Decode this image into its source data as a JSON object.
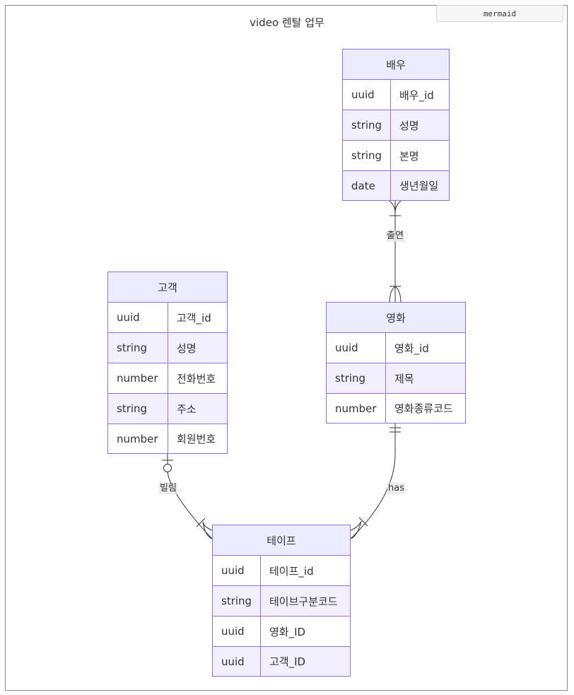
{
  "toolbar": {
    "mermaid_label": "mermaid"
  },
  "diagram": {
    "title": "video 렌탈 업무",
    "entities": {
      "actor": {
        "name": "배우",
        "attributes": [
          {
            "type": "uuid",
            "name": "배우_id"
          },
          {
            "type": "string",
            "name": "성명"
          },
          {
            "type": "string",
            "name": "본명"
          },
          {
            "type": "date",
            "name": "생년월일"
          }
        ]
      },
      "customer": {
        "name": "고객",
        "attributes": [
          {
            "type": "uuid",
            "name": "고객_id"
          },
          {
            "type": "string",
            "name": "성명"
          },
          {
            "type": "number",
            "name": "전화번호"
          },
          {
            "type": "string",
            "name": "주소"
          },
          {
            "type": "number",
            "name": "회원번호"
          }
        ]
      },
      "movie": {
        "name": "영화",
        "attributes": [
          {
            "type": "uuid",
            "name": "영화_id"
          },
          {
            "type": "string",
            "name": "제목"
          },
          {
            "type": "number",
            "name": "영화종류코드"
          }
        ]
      },
      "tape": {
        "name": "테이프",
        "attributes": [
          {
            "type": "uuid",
            "name": "테이프_id"
          },
          {
            "type": "string",
            "name": "테이브구분코드"
          },
          {
            "type": "uuid",
            "name": "영화_ID"
          },
          {
            "type": "uuid",
            "name": "고객_ID"
          }
        ]
      }
    },
    "relationships": {
      "actor_movie": "출연",
      "customer_tape": "빌림",
      "movie_tape": "has"
    },
    "colors": {
      "entity_border": "#9370db",
      "entity_fill": "#ececff",
      "row_alt": "#f2f0ff",
      "line": "#333333"
    }
  }
}
